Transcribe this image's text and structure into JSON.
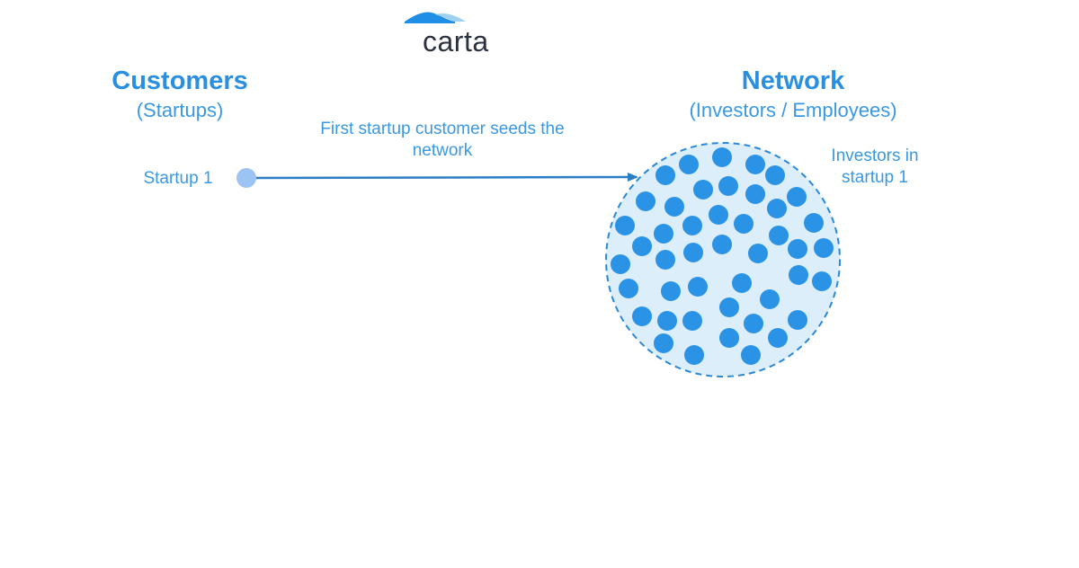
{
  "logo": {
    "brand": "carta",
    "icon": "carta-mountain-icon",
    "colors": {
      "mark_dark": "#1f8ee6",
      "mark_light": "#9ed0f2",
      "text": "#2a3240"
    }
  },
  "customers": {
    "title": "Customers",
    "subtitle": "(Startups)",
    "node_label": "Startup 1"
  },
  "network": {
    "title": "Network",
    "subtitle": "(Investors / Employees)",
    "cluster_label": "Investors in startup 1"
  },
  "arrow": {
    "label": "First startup customer seeds the network"
  },
  "colors": {
    "heading": "#2b8fe0",
    "text": "#3a98e2",
    "startup_node": "#9cc4f2",
    "network_node": "#2b93e6",
    "cluster_fill": "#ddeefb",
    "cluster_stroke": "#2a88d8",
    "arrow": "#2a7ec4"
  }
}
